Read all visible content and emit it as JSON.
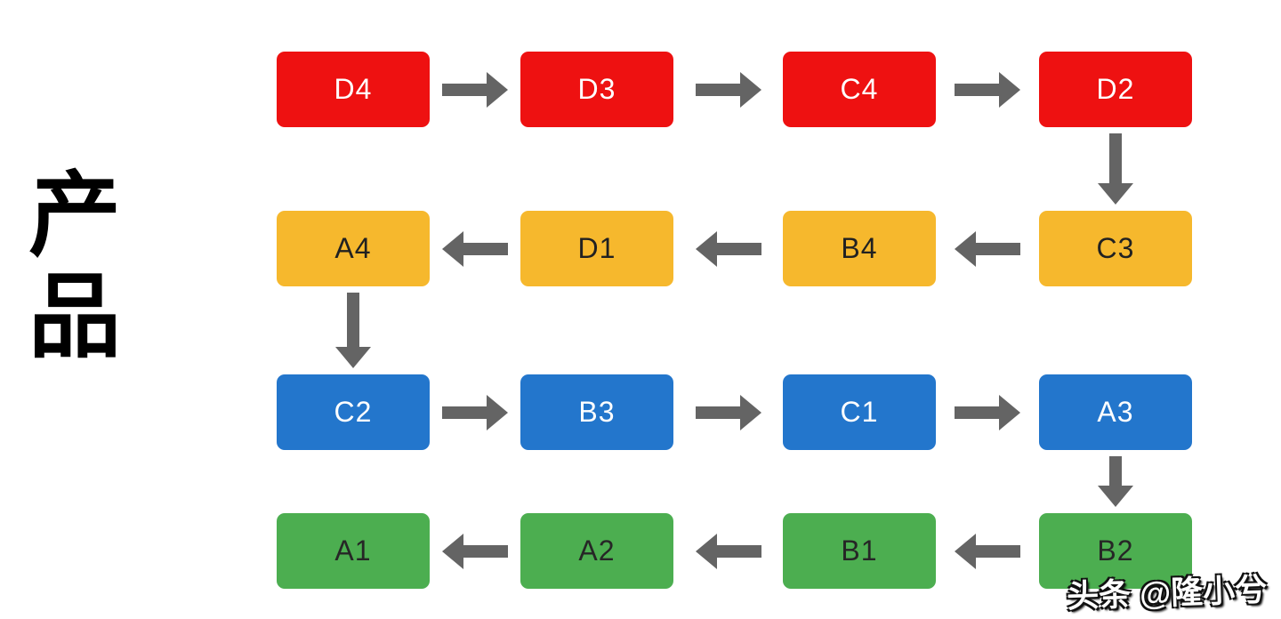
{
  "page": {
    "background": "#FFFFFF"
  },
  "side_label": {
    "text": "产品"
  },
  "watermark": {
    "text": "头条 @隆小兮"
  },
  "diagram": {
    "arrow_color": "#646464",
    "rows": [
      {
        "name": "row-1-red",
        "color": "#EE1111",
        "text_color": "#FFFFFF",
        "flow": "right",
        "boxes": [
          "D4",
          "D3",
          "C4",
          "D2"
        ]
      },
      {
        "name": "row-2-yellow",
        "color": "#F6B82D",
        "text_color": "#212121",
        "flow": "left",
        "boxes": [
          "A4",
          "D1",
          "B4",
          "C3"
        ]
      },
      {
        "name": "row-3-blue",
        "color": "#2376CC",
        "text_color": "#FFFFFF",
        "flow": "right",
        "boxes": [
          "C2",
          "B3",
          "C1",
          "A3"
        ]
      },
      {
        "name": "row-4-green",
        "color": "#4CAE50",
        "text_color": "#262626",
        "flow": "left",
        "boxes": [
          "A1",
          "A2",
          "B1",
          "B2"
        ]
      }
    ],
    "vertical_connectors": [
      {
        "from": "D2",
        "to": "C3",
        "column": 3
      },
      {
        "from": "A4",
        "to": "C2",
        "column": 0
      },
      {
        "from": "A3",
        "to": "B2",
        "column": 3
      }
    ]
  }
}
